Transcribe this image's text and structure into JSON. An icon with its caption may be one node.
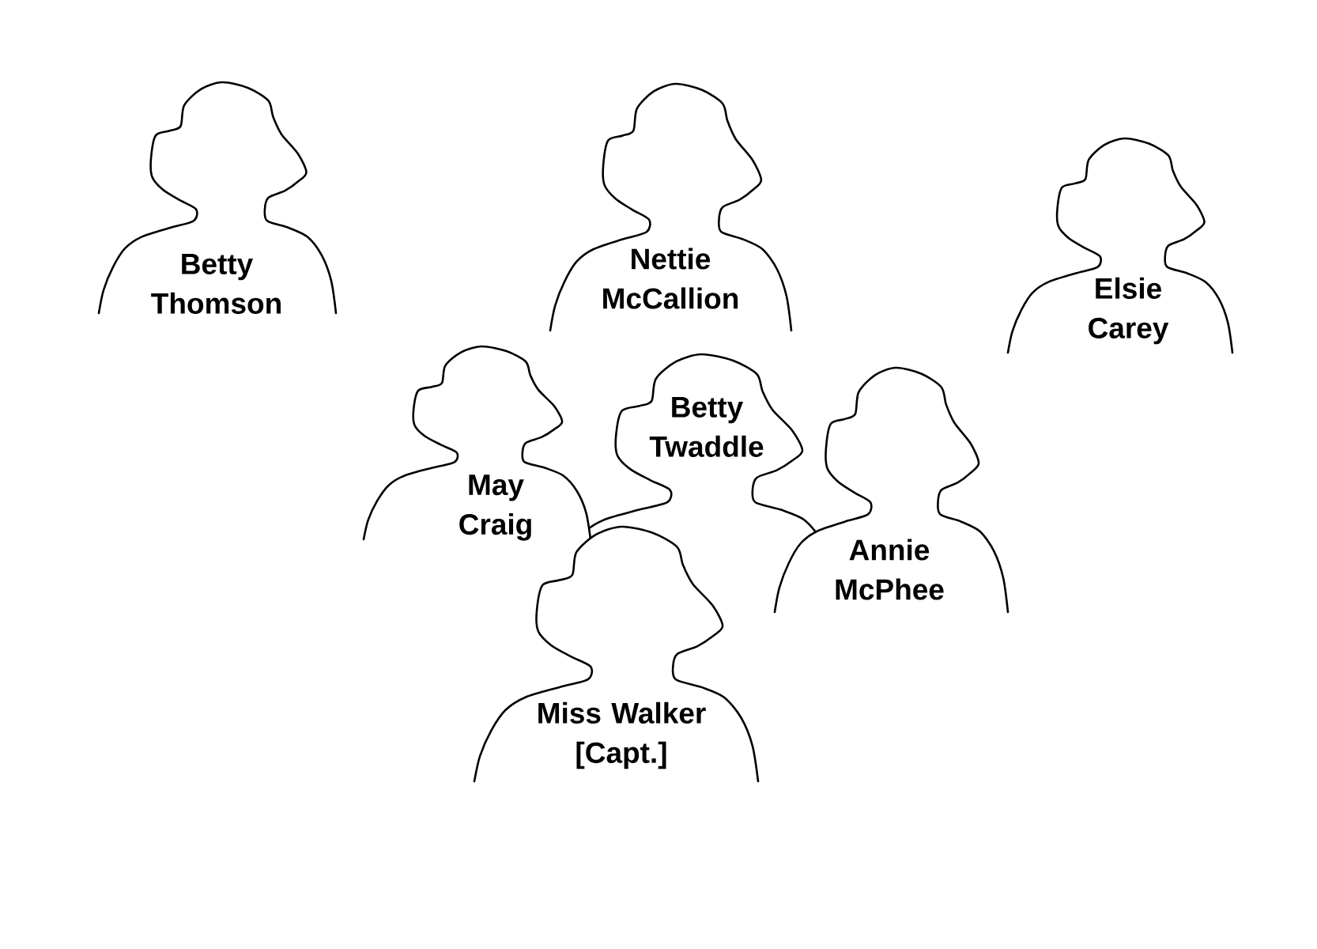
{
  "diagram": {
    "nodes": [
      {
        "text": [
          "Betty Thomson"
        ]
      },
      {
        "text": [
          "Nettie McCallion"
        ]
      },
      {
        "text": [
          "Elsie Carey"
        ]
      },
      {
        "text": [
          "May Craig"
        ]
      },
      {
        "text": [
          "Betty Twaddle"
        ]
      },
      {
        "text": [
          "Annie McPhee"
        ]
      },
      {
        "text": [
          "Miss Walker [Capt.]"
        ]
      }
    ]
  }
}
